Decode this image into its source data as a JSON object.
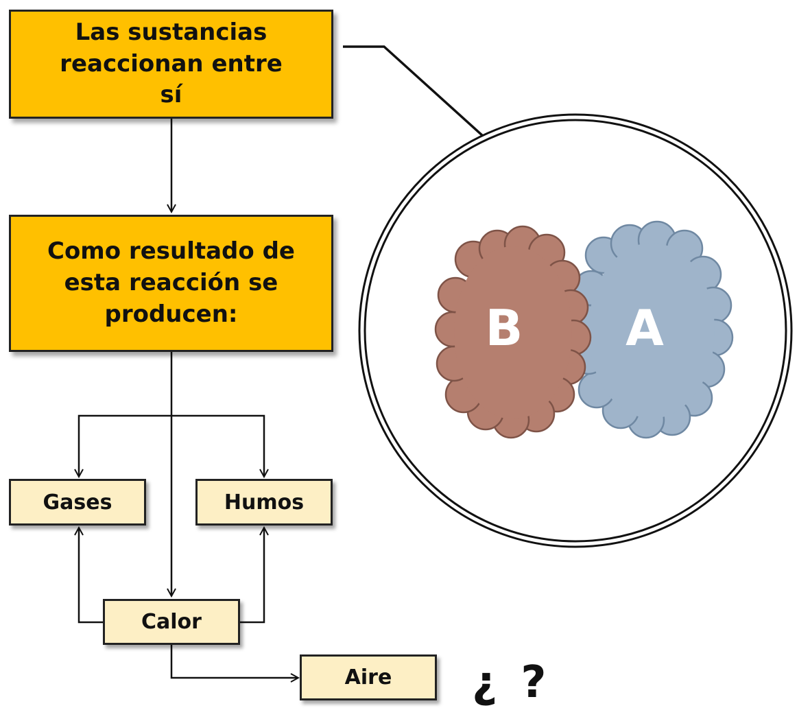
{
  "boxes": {
    "reaction": "Las sustancias reaccionan entre sí",
    "result_line1": "Como resultado de",
    "result_line2": "esta reacción se",
    "result_line3": "producen:",
    "gases": "Gases",
    "humos": "Humos",
    "calor": "Calor",
    "aire": "Aire"
  },
  "clouds": {
    "left": "B",
    "right": "A"
  },
  "question": "¿ ?",
  "colors": {
    "title_box": "#ffc000",
    "small_box": "#fdefc5",
    "cloud_b": "#b57f6f",
    "cloud_a": "#9fb4ca",
    "outline": "#222222"
  }
}
